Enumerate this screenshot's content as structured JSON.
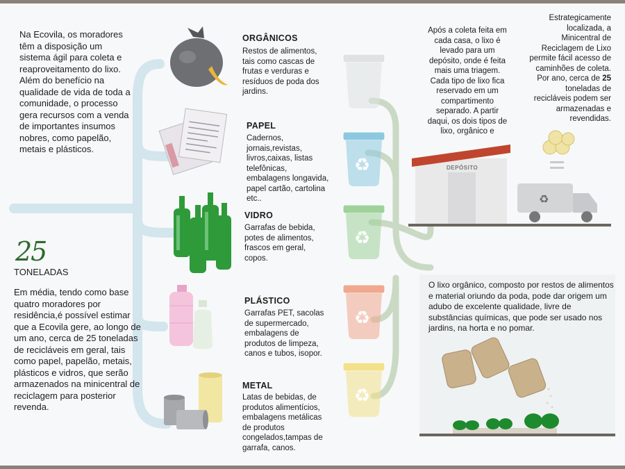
{
  "intro_text": "Na Ecovila, os moradores têm a disposição um sistema ágil para coleta e reaproveitamento do lixo. Além do benefício na qualidade de vida de toda a comunidade, o processo gera recursos com a venda de importantes insumos nobres, como papelão, metais e plásticos.",
  "highlight": {
    "number": "25",
    "label": "TONELADAS",
    "text": "Em média, tendo como base quatro moradores por residência,é possível estimar que a Ecovila gere, ao longo de um ano, cerca de 25 toneladas de recicláveis em geral, tais como papel, papelão, metais, plásticos e vidros, que serão armazenados na minicentral de reciclagem para posterior revenda."
  },
  "categories": [
    {
      "title": "ORGÂNICOS",
      "desc": "Restos de alimentos, tais como cascas de frutas e verduras e resíduos de poda dos jardins.",
      "bin_color": "#dfe1e3",
      "icon": "trash-bag-icon"
    },
    {
      "title": "PAPEL",
      "desc": "Cadernos, jornais,revistas, livros,caixas, listas telefônicas, embalagens longavida, papel cartão, cartolina etc..",
      "bin_color": "#8ec8e0",
      "icon": "newspaper-icon"
    },
    {
      "title": "VIDRO",
      "desc": "Garrafas de bebida, potes de alimentos, frascos em geral, copos.",
      "bin_color": "#9ed29a",
      "icon": "glass-bottles-icon"
    },
    {
      "title": "PLÁSTICO",
      "desc": "Garrafas PET, sacolas de supermercado, embalagens de produtos de limpeza, canos e tubos, isopor.",
      "bin_color": "#f0a890",
      "icon": "plastic-bottles-icon"
    },
    {
      "title": "METAL",
      "desc": "Latas de bebidas, de produtos alimentícios, embalagens metálicas de produtos congelados,tampas de garrafa, canos.",
      "bin_color": "#f2e08a",
      "icon": "metal-cans-icon"
    }
  ],
  "collection_text": "Após a coleta feita em cada casa, o lixo é levado para um depósito, onde é feita mais uma triagem. Cada tipo de lixo fica reservado em um compartimento separado. A partir daqui, os dois tipos de lixo, orgânico e",
  "center_text": {
    "before": "Estrategicamente localizada, a Minicentral de Reciclagem de Lixo permite fácil acesso de caminhões de coleta. Por ano, cerca de ",
    "bold": "25",
    "after": " toneladas de recicláveis podem ser armazenadas e revendidas."
  },
  "deposit_label": "DEPÓSITO",
  "organic_text": "O lixo orgânico, composto por restos de alimentos e material oriundo da poda, pode dar origem um adubo de excelente qualidade, livre de substâncias químicas, que pode ser usado nos jardins, na horta e no pomar.",
  "colors": {
    "river": "#cfe2ea",
    "path_green": "#c8d8c0",
    "frame": "#8a8278",
    "accent_green": "#2e6a2e"
  }
}
